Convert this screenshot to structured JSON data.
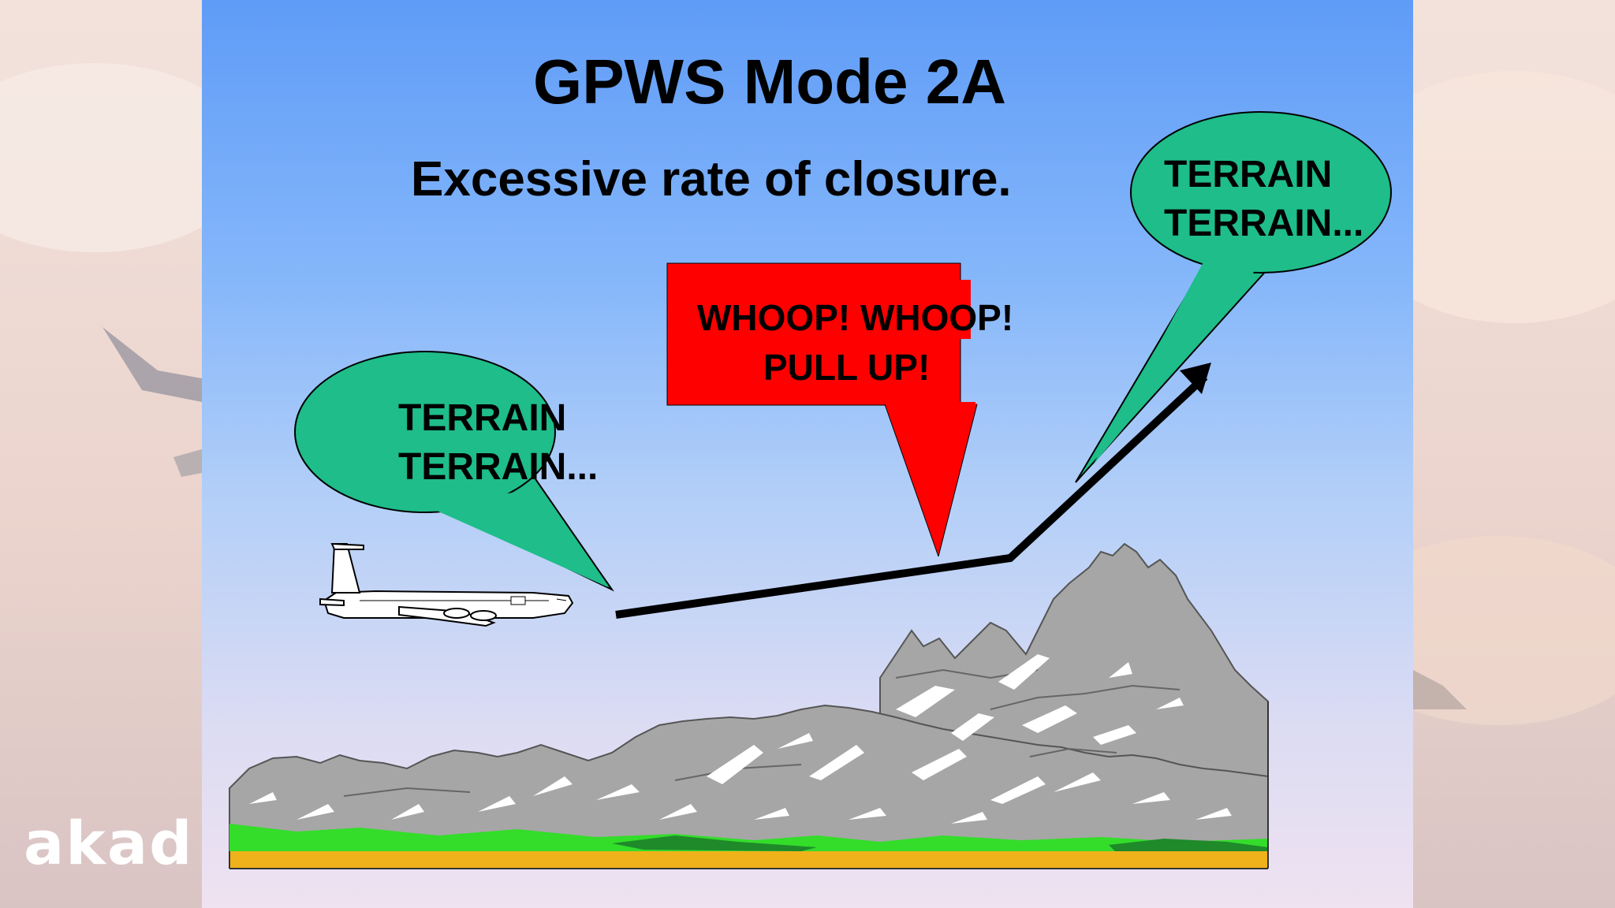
{
  "watermark": {
    "text": "akad"
  },
  "slide": {
    "title": "GPWS Mode 2A",
    "subtitle": "Excessive rate of closure.",
    "callout_left": {
      "line1": "TERRAIN",
      "line2": "TERRAIN..."
    },
    "callout_right": {
      "line1": "TERRAIN",
      "line2": "TERRAIN..."
    },
    "alarm": {
      "line1": "WHOOP! WHOOP!",
      "line2": "PULL UP!"
    }
  },
  "colors": {
    "callout_fill": "#1ebd8a",
    "alarm_fill": "#ff0000",
    "mountain_fill": "#a6a6a6",
    "grass": "#33dd2a",
    "soil": "#f0b21a"
  },
  "icons": [
    "aircraft-icon",
    "flight-path-arrow",
    "mountain-range"
  ]
}
